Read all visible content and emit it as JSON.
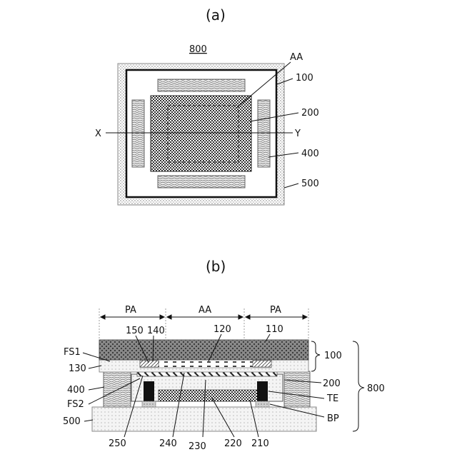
{
  "panel_a": {
    "title": "(a)",
    "device_label": "800",
    "labels": {
      "aa": "AA",
      "l100": "100",
      "l200": "200",
      "l400": "400",
      "l500": "500",
      "x": "X",
      "y": "Y"
    }
  },
  "panel_b": {
    "title": "(b)",
    "regions": {
      "pa_left": "PA",
      "aa": "AA",
      "pa_right": "PA"
    },
    "labels": {
      "l150": "150",
      "l140": "140",
      "l120": "120",
      "l110": "110",
      "fs1": "FS1",
      "l130": "130",
      "l400": "400",
      "fs2": "FS2",
      "l500": "500",
      "l100": "100",
      "l200": "200",
      "te": "TE",
      "bp": "BP",
      "l800": "800",
      "l250": "250",
      "l240": "240",
      "l230": "230",
      "l220": "220",
      "l210": "210"
    }
  }
}
